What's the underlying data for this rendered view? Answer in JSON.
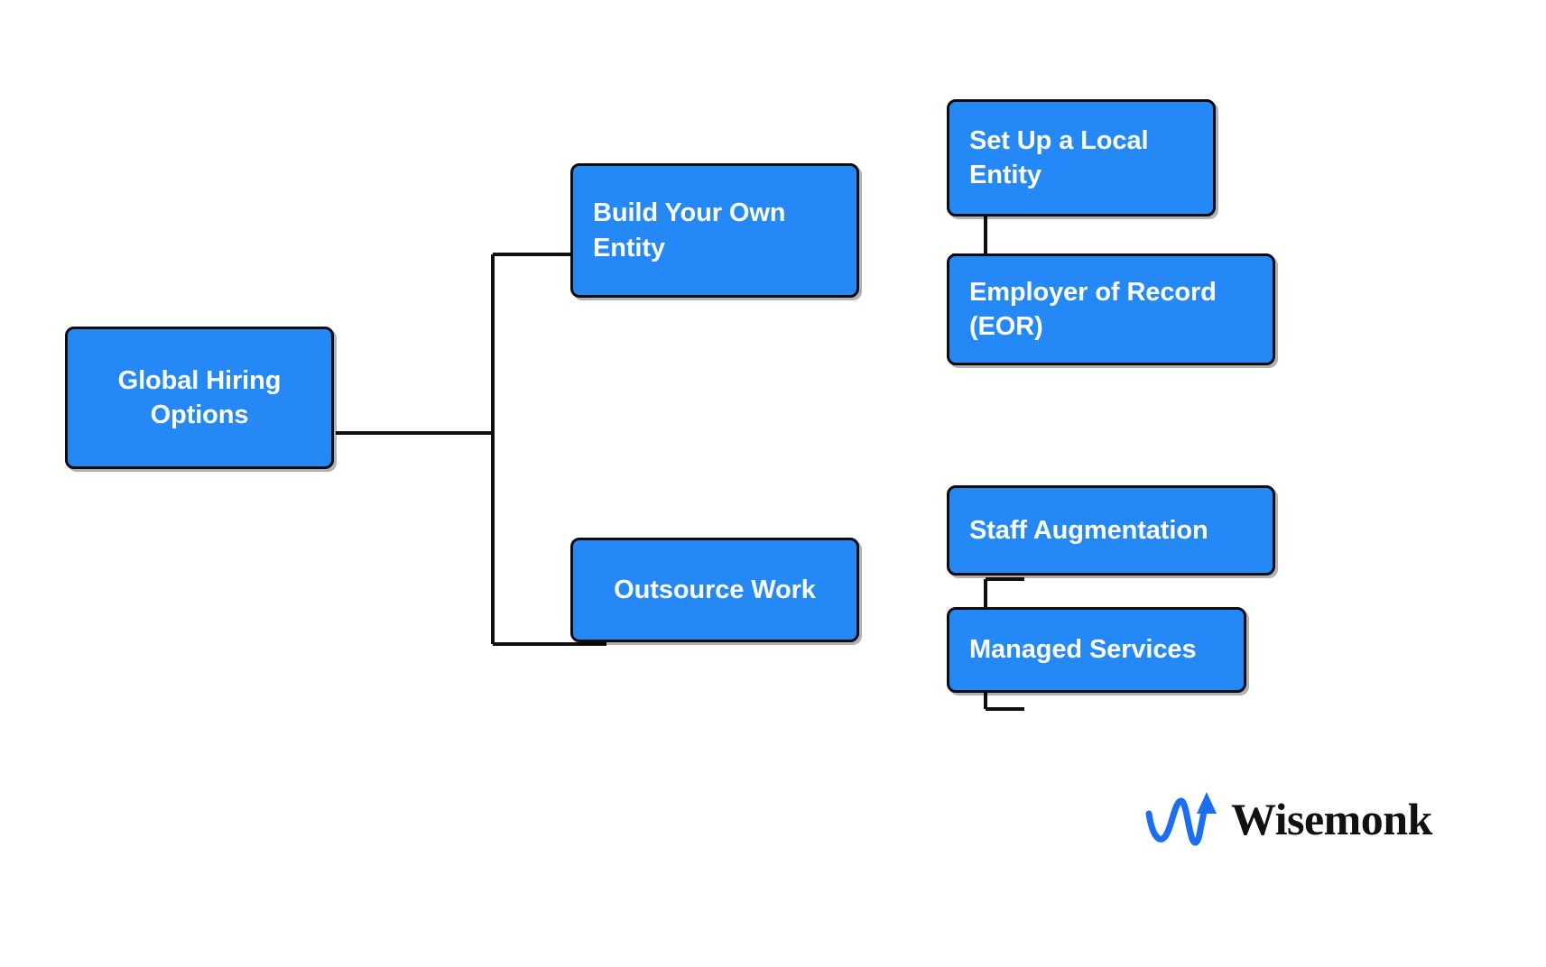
{
  "diagram": {
    "type": "tree",
    "title": "Global Hiring Options",
    "orientation": "left-to-right",
    "colors": {
      "node_fill": "#2489f7",
      "node_border": "#0c0c0c",
      "node_text": "#ffffff",
      "edge": "#111111",
      "background": "#ffffff",
      "logo_mark": "#1a6ef5",
      "logo_text": "#111111"
    },
    "nodes": {
      "root": {
        "label": "Global Hiring Options",
        "level": 0
      },
      "build_entity": {
        "label": "Build Your Own Entity",
        "level": 1
      },
      "outsource": {
        "label": "Outsource Work",
        "level": 1
      },
      "local_entity": {
        "label": "Set Up a Local Entity",
        "level": 2
      },
      "eor": {
        "label": "Employer of Record (EOR)",
        "level": 2
      },
      "staff_aug": {
        "label": "Staff Augmentation",
        "level": 2
      },
      "managed_services": {
        "label": "Managed Services",
        "level": 2
      }
    },
    "edges": [
      {
        "from": "root",
        "to": "build_entity"
      },
      {
        "from": "root",
        "to": "outsource"
      },
      {
        "from": "build_entity",
        "to": "local_entity"
      },
      {
        "from": "build_entity",
        "to": "eor"
      },
      {
        "from": "outsource",
        "to": "staff_aug"
      },
      {
        "from": "outsource",
        "to": "managed_services"
      }
    ]
  },
  "branding": {
    "logo_name": "Wisemonk",
    "logo_mark_icon": "zigzag-arrow-icon"
  }
}
